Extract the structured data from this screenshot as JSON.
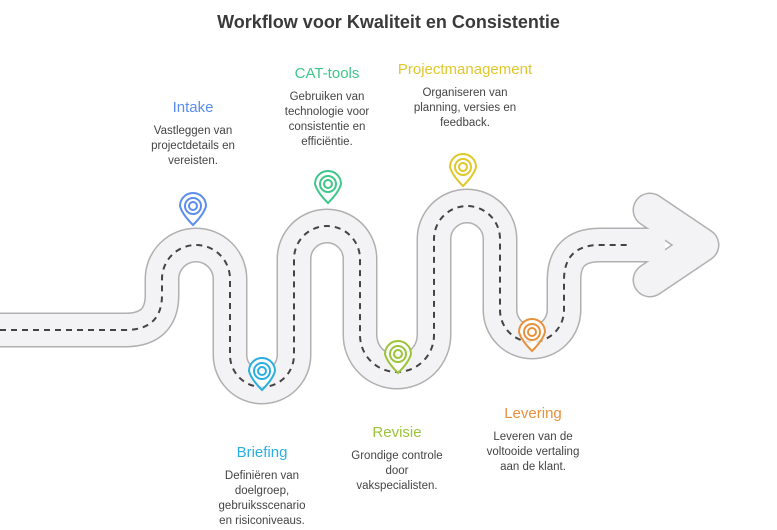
{
  "title": "Workflow voor Kwaliteit en Consistentie",
  "steps": [
    {
      "label": "Intake",
      "description": "Vastleggen van projectdetails en vereisten.",
      "color": "#5b8def"
    },
    {
      "label": "Briefing",
      "description": "Definiëren van doelgroep, gebruiksscenario en risiconiveaus.",
      "color": "#2aaee0"
    },
    {
      "label": "CAT-tools",
      "description": "Gebruiken van technologie voor consistentie en efficiëntie.",
      "color": "#3fc68a"
    },
    {
      "label": "Revisie",
      "description": "Grondige controle door vakspecialisten.",
      "color": "#9cc43a"
    },
    {
      "label": "Projectmanagement",
      "description": "Organiseren van planning, versies en feedback.",
      "color": "#e0c82a"
    },
    {
      "label": "Levering",
      "description": "Leveren van de voltooide vertaling aan de klant.",
      "color": "#e8913a"
    }
  ]
}
